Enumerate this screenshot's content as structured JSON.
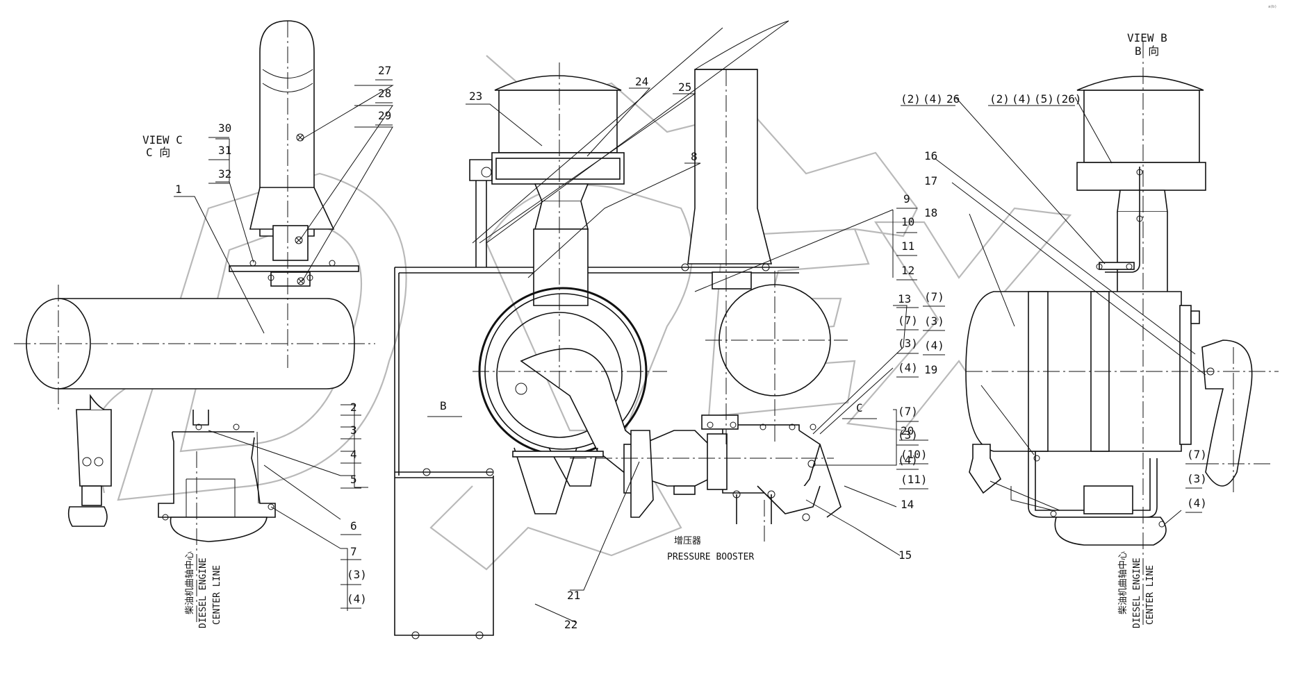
{
  "views": {
    "view_c_en": "VIEW C",
    "view_c_cn": "C 向",
    "view_b_en": "VIEW B",
    "view_b_cn": "B 向",
    "section_b": "B",
    "section_c": "C"
  },
  "captions": {
    "booster_cn": "增压器",
    "booster_en": "PRESSURE BOOSTER",
    "centerline_cn": "柴油机曲轴中心",
    "centerline_en_1": "DIESEL ENGINE",
    "centerline_en_2": "CENTER LINE"
  },
  "callouts": {
    "c1": "1",
    "c2": "2",
    "c3": "3",
    "c4": "4",
    "c5": "5",
    "c6": "6",
    "c7": "7",
    "c3p": "(3)",
    "c4p": "(4)",
    "c8": "8",
    "c9": "9",
    "c10": "10",
    "c11": "11",
    "c12": "12",
    "c13": "13",
    "c13_7": "(7)",
    "c13_3": "(3)",
    "c13_4": "(4)",
    "c14": "14",
    "c15": "15",
    "c16": "16",
    "c17": "17",
    "c18": "18",
    "c19": "19",
    "c20": "20",
    "c20_10": "(10)",
    "c20_11": "(11)",
    "c21": "21",
    "c22": "22",
    "c23": "23",
    "c24": "24",
    "c25": "25",
    "c27": "27",
    "c28": "28",
    "c29": "29",
    "c30": "30",
    "c31": "31",
    "c32": "32",
    "mid_7": "(7)",
    "mid_3": "(3)",
    "mid_4": "(4)",
    "vb_l1": "(2)",
    "vb_l2": "(4)",
    "vb_l3": "26",
    "vb_r1": "(2)",
    "vb_r2": "(4)",
    "vb_r3": "(5)",
    "vb_r4": "(26)",
    "vb_stack1": "(7)",
    "vb_stack2": "(3)",
    "vb_stack3": "(4)",
    "vb_low1": "(7)",
    "vb_low2": "(3)",
    "vb_low3": "(4)"
  },
  "watermark": "DEX",
  "corner_mark": "ᵃ⁽ᵇ⁾"
}
